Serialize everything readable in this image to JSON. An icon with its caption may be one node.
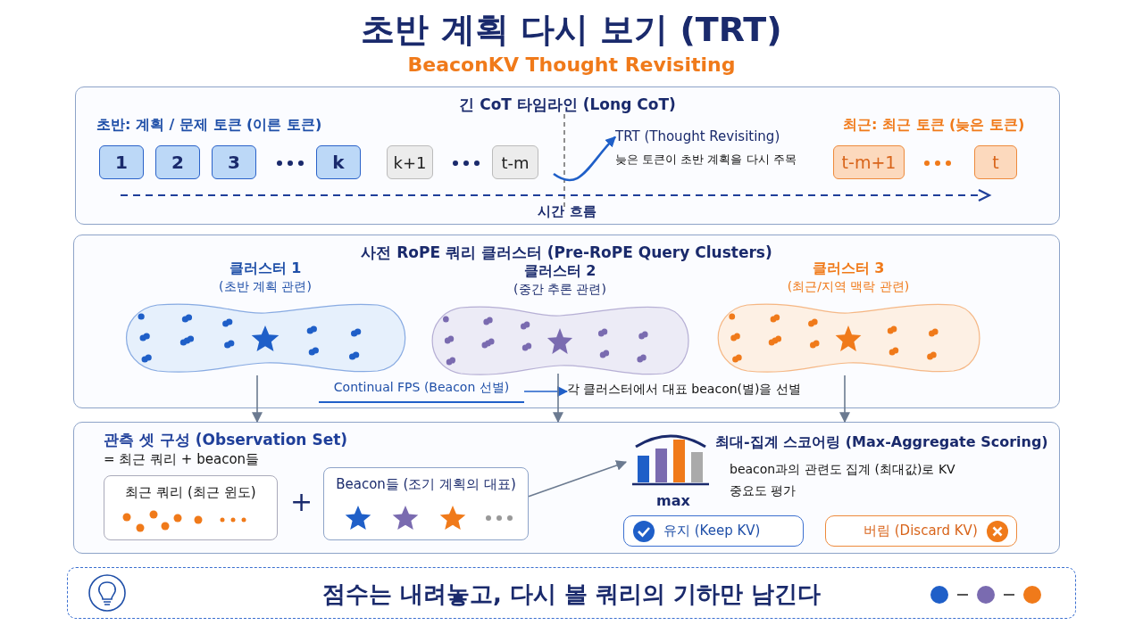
{
  "diagram": {
    "title": "초반 계획 다시 보기 (TRT)",
    "nodes": [
      {
        "text": [
          "긴 CoT 타임라인 (Long CoT)"
        ]
      },
      {
        "text": [
          "1"
        ],
        "in": 0
      },
      {
        "text": [
          "2"
        ],
        "in": 0
      },
      {
        "text": [
          "3"
        ],
        "in": 0
      },
      {
        "text": [
          "k"
        ],
        "in": 0
      },
      {
        "text": [
          "k+1"
        ],
        "in": 0
      },
      {
        "text": [
          "t-m"
        ],
        "in": 0
      },
      {
        "text": [
          "TRT (Thought Revisiting)",
          "늦은 토큰이 초반 계획을 다시 주목"
        ],
        "in": 0
      },
      {
        "text": [
          "t-m+1"
        ],
        "in": 0
      },
      {
        "text": [
          "t"
        ],
        "in": 0
      },
      {
        "text": [
          "사전 RoPE 쿼리 클러스터 (Pre-RoPE Query Clusters)"
        ]
      },
      {
        "text": [
          "클러스터 1",
          "(초반 계획 관련)"
        ],
        "in": 10
      },
      {
        "text": [
          "클러스터 2",
          "(중간 추론 관련)"
        ],
        "in": 10
      },
      {
        "text": [
          "클러스터 3",
          "(최근/지역 맥락 관련)"
        ],
        "in": 10
      },
      {
        "text": [
          "Continual FPS (Beacon 선별)"
        ],
        "in": 10
      },
      {
        "text": [
          "각 클러스터에서 대표 beacon(별)을 선별"
        ],
        "in": 10
      },
      {
        "text": [
          "관측 셋 구성 (Observation Set)",
          "= 최근 쿼리 + beacon들"
        ]
      },
      {
        "text": [
          "최근 쿼리 (최근 윈도)"
        ],
        "in": 16
      },
      {
        "text": [
          "Beacon들 (조기 계획의 대표)"
        ],
        "in": 16
      },
      {
        "text": [
          "최대-집계 스코어링 (Max-Aggregate Scoring)",
          "beacon과의 관련도 집계 (최대값)로 KV 중요도 평가"
        ],
        "in": 16
      },
      {
        "text": [
          "유지 (Keep KV)"
        ],
        "in": 16
      },
      {
        "text": [
          "버림 (Discard KV)"
        ],
        "in": 16
      },
      {
        "text": [
          "점수는 내려놓고, **다시 볼 쿼리의 기하만** 남긴다"
        ]
      }
    ],
    "edges": [
      {
        "from": null,
        "to": 7,
        "arrow": "to",
        "color": "#1f5fc8"
      },
      {
        "from": 14,
        "to": 15,
        "arrow": "to",
        "color": "#1f5fc8"
      },
      {
        "from": 11,
        "to": 16,
        "arrow": "to"
      },
      {
        "from": 12,
        "to": 16,
        "arrow": "to"
      },
      {
        "from": 13,
        "to": 16,
        "arrow": "to"
      },
      {
        "from": 18,
        "to": 19,
        "arrow": "to"
      }
    ],
    "labels": [
      "**BeaconKV** Thought Revisiting",
      "초반: 계획 / 문제 토큰 (이른 토큰)",
      "최근: 최근 토큰 (늦은 토큰)",
      "시간 흐름",
      "+",
      "max"
    ]
  }
}
